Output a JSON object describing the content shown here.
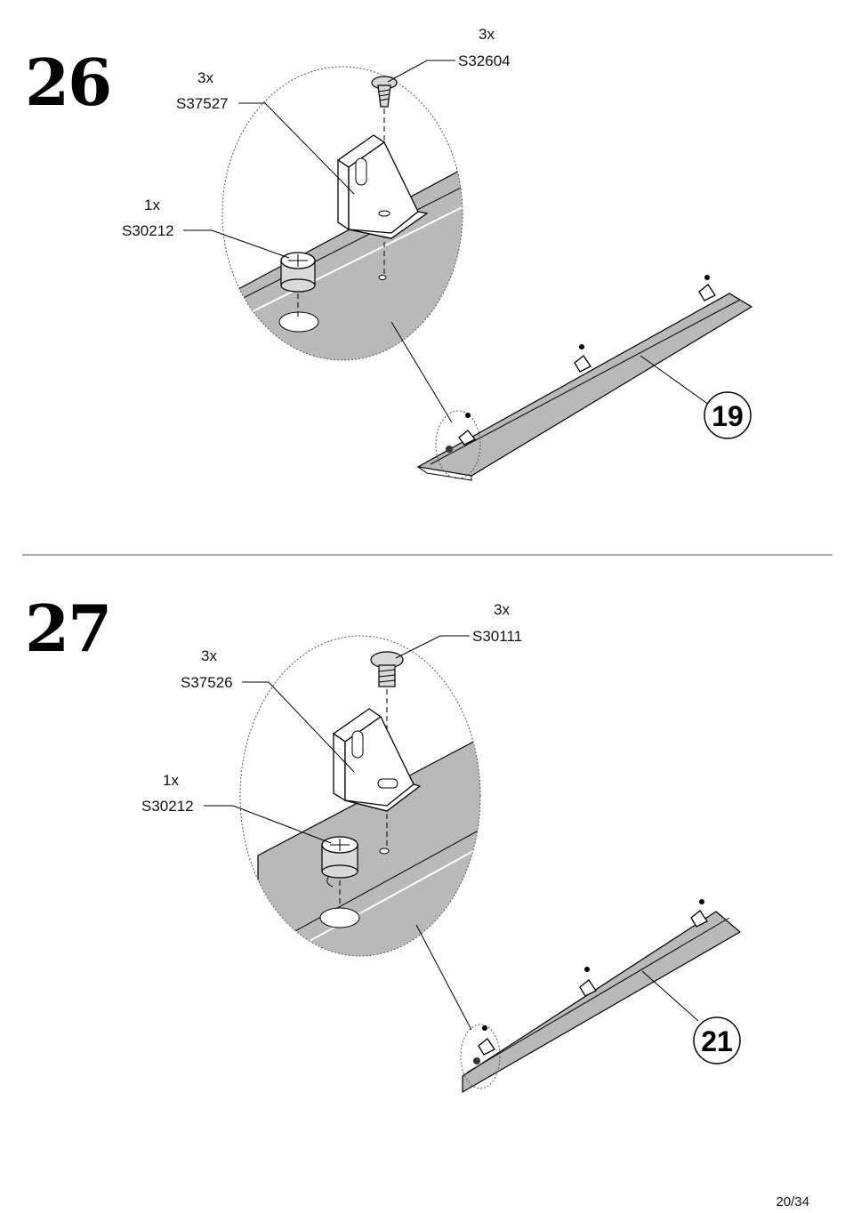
{
  "steps": [
    {
      "number": "26",
      "parts": [
        {
          "qty": "3x",
          "code": "S32604",
          "icon": "screw-icon"
        },
        {
          "qty": "3x",
          "code": "S37527",
          "icon": "angle-bracket-icon"
        },
        {
          "qty": "1x",
          "code": "S30212",
          "icon": "cam-lock-icon"
        }
      ],
      "board_callout": "19"
    },
    {
      "number": "27",
      "parts": [
        {
          "qty": "3x",
          "code": "S30111",
          "icon": "screw-icon"
        },
        {
          "qty": "3x",
          "code": "S37526",
          "icon": "angle-bracket-icon"
        },
        {
          "qty": "1x",
          "code": "S30212",
          "icon": "cam-lock-icon"
        }
      ],
      "board_callout": "21"
    }
  ],
  "page_number": "20/34"
}
